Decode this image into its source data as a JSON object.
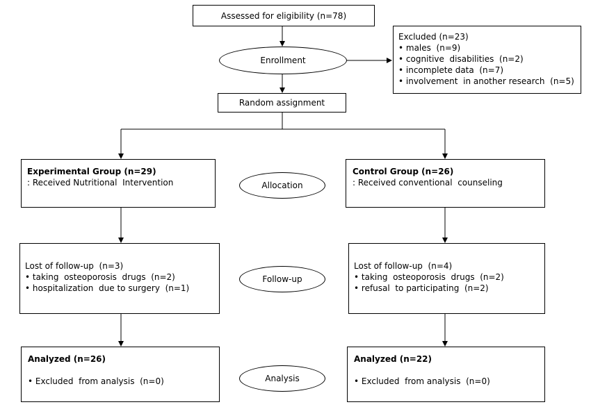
{
  "assessed": "Assessed for eligibility  (n=78)",
  "enrollment": "Enrollment",
  "excluded": {
    "title": "Excluded (n=23)",
    "items": [
      "• males  (n=9)",
      "• cognitive  disabilities  (n=2)",
      "• incomplete data  (n=7)",
      "• involvement  in another research  (n=5)"
    ]
  },
  "random": "Random assignment",
  "allocation_label": "Allocation",
  "followup_label": "Follow-up",
  "analysis_label": "Analysis",
  "experimental": {
    "title": "Experimental Group (n=29)",
    "desc": ": Received Nutritional  Intervention",
    "followup_title": "Lost of follow-up  (n=3)",
    "followup_items": [
      "• taking  osteoporosis  drugs  (n=2)",
      "• hospitalization  due to surgery  (n=1)"
    ],
    "analyzed_title": "Analyzed (n=26)",
    "analyzed_item": "• Excluded  from analysis  (n=0)"
  },
  "control": {
    "title": "Control Group (n=26)",
    "desc": ": Received conventional  counseling",
    "followup_title": "Lost of follow-up  (n=4)",
    "followup_items": [
      "• taking  osteoporosis  drugs  (n=2)",
      "• refusal  to participating  (n=2)"
    ],
    "analyzed_title": "Analyzed (n=22)",
    "analyzed_item": "• Excluded  from analysis  (n=0)"
  }
}
